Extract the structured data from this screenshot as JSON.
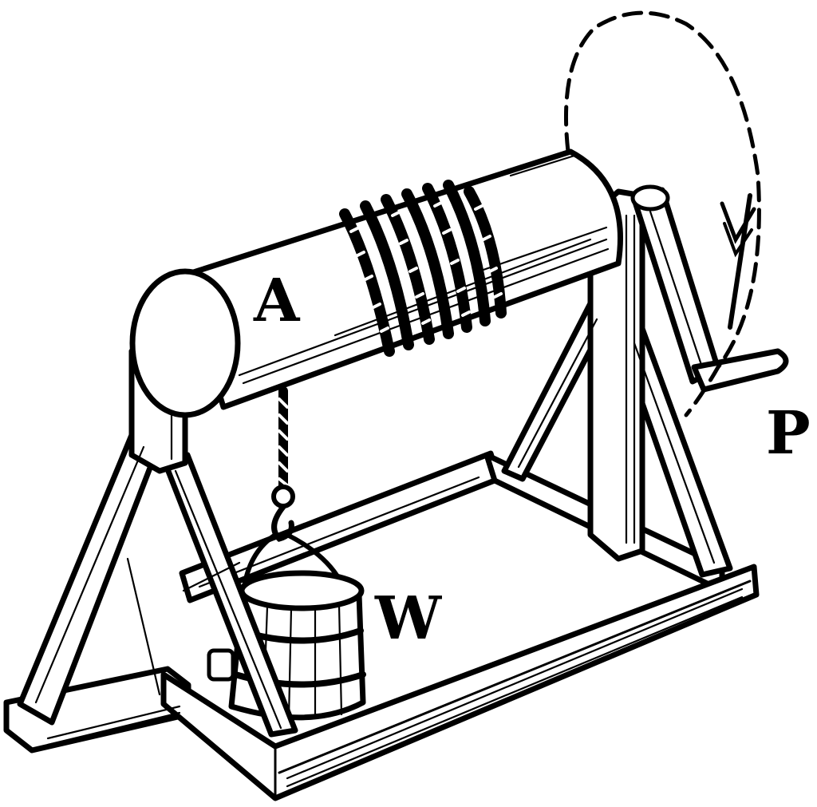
{
  "diagram": {
    "labels": {
      "axle": "A",
      "weight": "W",
      "power": "P"
    },
    "colors": {
      "ink": "#000000",
      "paper": "#ffffff"
    }
  }
}
